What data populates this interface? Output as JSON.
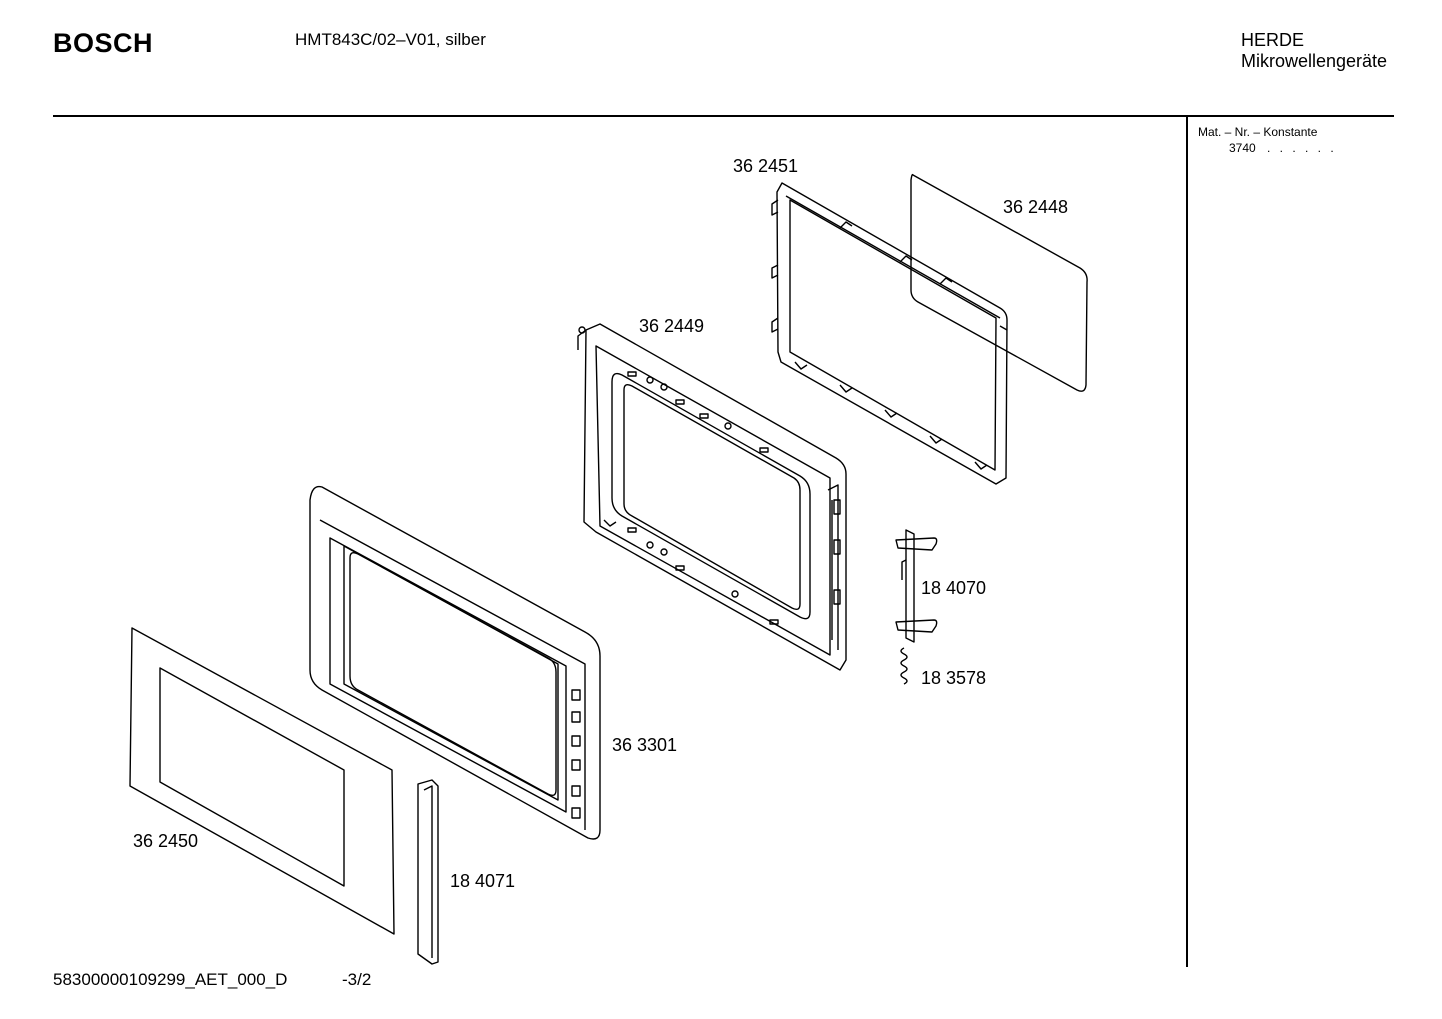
{
  "header": {
    "brand": "BOSCH",
    "model": "HMT843C/02–V01, silber",
    "category": "HERDE",
    "subcategory": "Mikrowellengeräte"
  },
  "side_panel": {
    "mat_label": "Mat. – Nr. – Konstante",
    "mat_value": "3740",
    "mat_dots": ". . . . . ."
  },
  "parts": [
    {
      "id": "36 2451"
    },
    {
      "id": "36 2448"
    },
    {
      "id": "36 2449"
    },
    {
      "id": "18 4070"
    },
    {
      "id": "18 3578"
    },
    {
      "id": "36 3301"
    },
    {
      "id": "36 2450"
    },
    {
      "id": "18 4071"
    }
  ],
  "footer": {
    "doc_id": "58300000109299_AET_000_D",
    "page": "-3/2"
  }
}
